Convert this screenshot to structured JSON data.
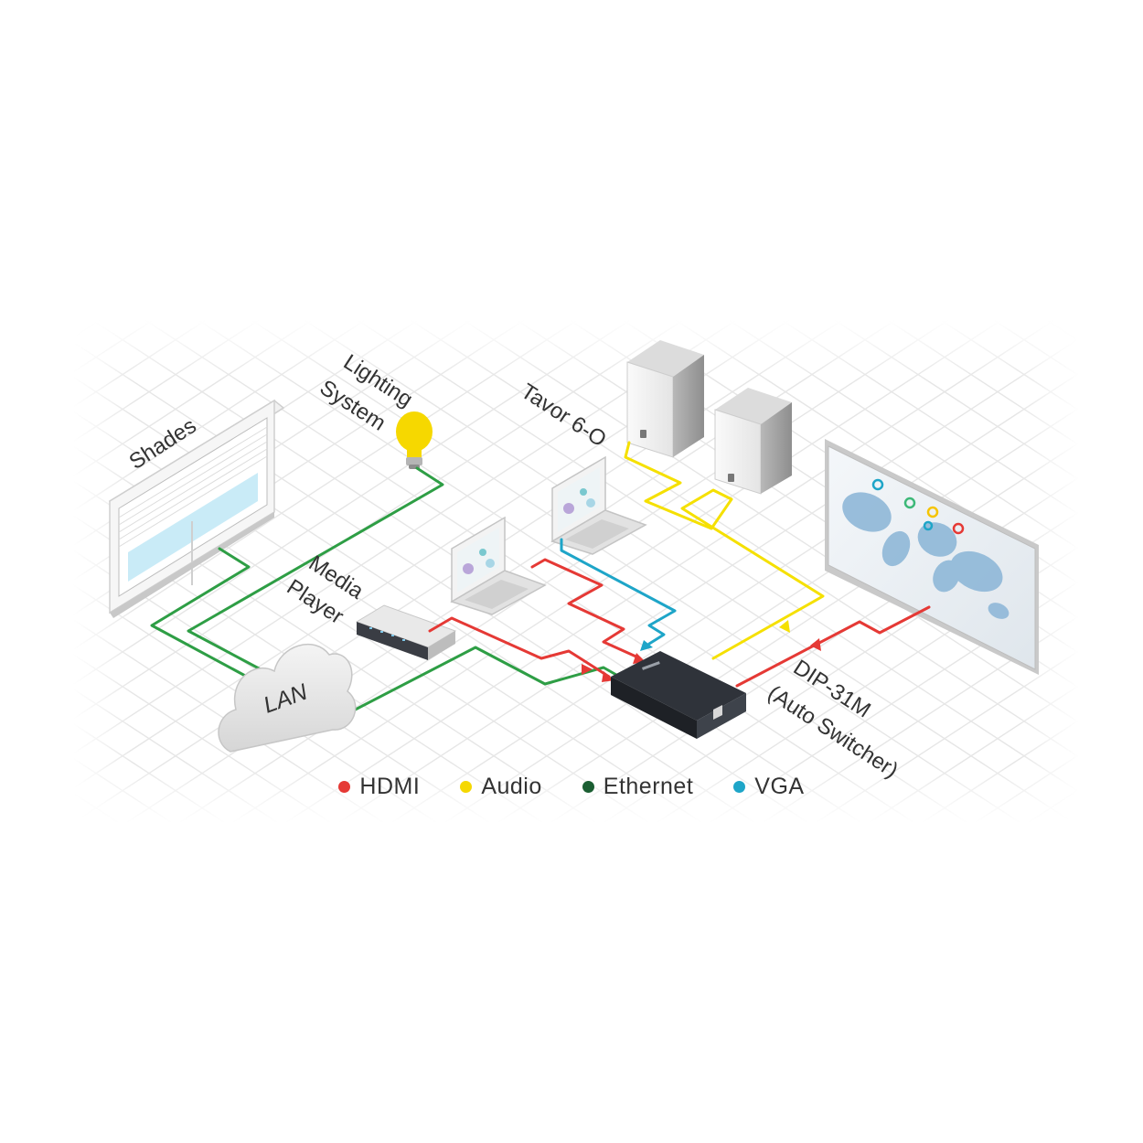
{
  "labels": {
    "shades": "Shades",
    "lighting_line1": "Lighting",
    "lighting_line2": "System",
    "tavor": "Tavor 6-O",
    "media_line1": "Media",
    "media_line2": "Player",
    "lan": "LAN",
    "dip_line1": "DIP-31M",
    "dip_line2": "(Auto Switcher)"
  },
  "legend": [
    {
      "label": "HDMI",
      "color": "#e53935"
    },
    {
      "label": "Audio",
      "color": "#f5d800"
    },
    {
      "label": "Ethernet",
      "color": "#1b5e32"
    },
    {
      "label": "VGA",
      "color": "#1ea5c8"
    }
  ],
  "colors": {
    "hdmi": "#e53935",
    "audio": "#f5e000",
    "ethernet": "#2e9e45",
    "vga": "#1ea5c8",
    "bulb": "#f6d800"
  }
}
